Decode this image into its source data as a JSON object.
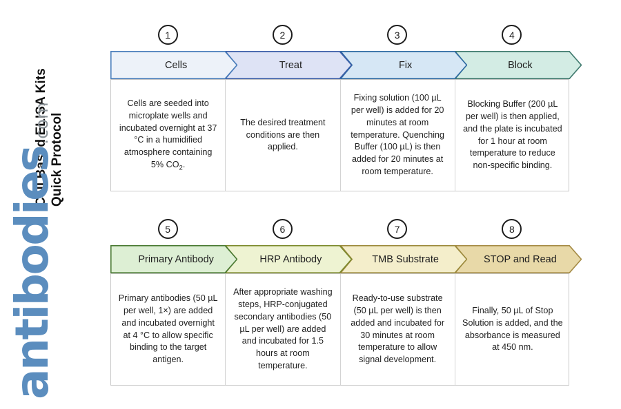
{
  "document": {
    "title_line1": "Cell Based ELISA Kits",
    "title_line2": "Quick Protocol",
    "logo_word": "antibodies",
    "logo_tld": ".com"
  },
  "rows": [
    {
      "id": "row-1",
      "steps": [
        {
          "number": "1",
          "label": "Cells",
          "fill": "#edf2f9",
          "stroke": "#4a7ebb",
          "body_html": "Cells are seeded into microplate wells and incubated overnight at 37 °C in a humidified atmosphere containing 5% CO<sub>2</sub>."
        },
        {
          "number": "2",
          "label": "Treat",
          "fill": "#dee3f5",
          "stroke": "#3b5ea8",
          "body_html": "The desired treatment conditions are then applied."
        },
        {
          "number": "3",
          "label": "Fix",
          "fill": "#d6e7f5",
          "stroke": "#2f6ba3",
          "body_html": "Fixing solution (100 µL per well) is added for 20 minutes at room temperature. Quenching Buffer (100 µL) is then added for 20 minutes at room temperature."
        },
        {
          "number": "4",
          "label": "Block",
          "fill": "#d3ece4",
          "stroke": "#3f7a6e",
          "body_html": "Blocking Buffer (200 µL per well) is then applied, and the plate is incubated for 1 hour at room temperature to reduce non-specific binding."
        }
      ]
    },
    {
      "id": "row-2",
      "steps": [
        {
          "number": "5",
          "label": "Primary Antibody",
          "fill": "#ddefd4",
          "stroke": "#4a7a33",
          "body_html": "Primary antibodies (50 µL per well, 1×) are added and incubated overnight at 4 °C to allow specific binding to the target antigen."
        },
        {
          "number": "6",
          "label": "HRP Antibody",
          "fill": "#eef3d2",
          "stroke": "#7d8a2e",
          "body_html": "After appropriate washing steps, HRP-conjugated secondary antibodies (50 µL per well) are added and incubated for 1.5 hours at room temperature."
        },
        {
          "number": "7",
          "label": "TMB Substrate",
          "fill": "#f4eecb",
          "stroke": "#9c8a3c",
          "body_html": "Ready-to-use substrate (50 µL per well) is then added and incubated for 30 minutes at room temperature to allow signal development."
        },
        {
          "number": "8",
          "label": "STOP and Read",
          "fill": "#e8d9a8",
          "stroke": "#a58b45",
          "body_html": "Finally, 50 µL of Stop Solution is added, and the absorbance is measured at 450 nm."
        }
      ]
    }
  ]
}
